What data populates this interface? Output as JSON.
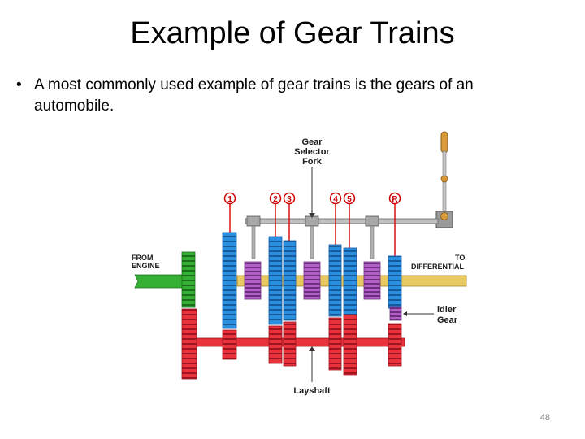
{
  "slide": {
    "title": "Example of Gear Trains",
    "bullet": "A most commonly used example of gear trains is the gears of an automobile.",
    "page_number": "48"
  },
  "diagram": {
    "labels": {
      "gear_selector_fork": [
        "Gear",
        "Selector",
        "Fork"
      ],
      "from_engine": [
        "FROM",
        "ENGINE"
      ],
      "to_differential": [
        "TO",
        "DIFFERENTIAL"
      ],
      "idler_gear": [
        "Idler",
        "Gear"
      ],
      "layshaft": "Layshaft"
    },
    "gear_numbers": [
      "1",
      "2",
      "3",
      "4",
      "5",
      "R"
    ],
    "colors": {
      "input_gear": "#2a9e2a",
      "main_gears": "#2b8fe0",
      "layshaft_gears": "#e8323c",
      "synchro": "#b260c8",
      "output_shaft": "#e8c860",
      "selector": "#a0a0a0",
      "lever_knob": "#d89a3a"
    }
  }
}
